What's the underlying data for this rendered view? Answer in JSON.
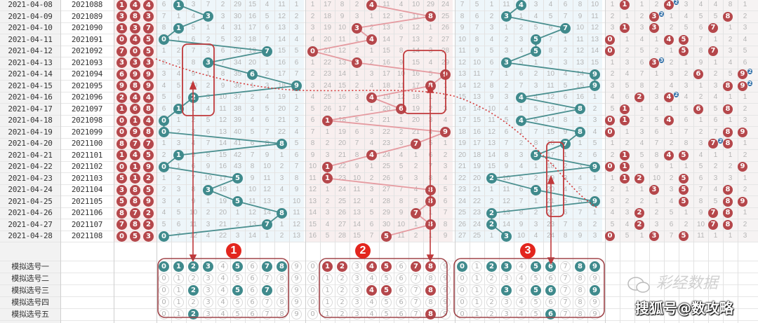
{
  "rows": [
    {
      "date": "2021-04-08",
      "period": "2021088",
      "draw": [
        1,
        4,
        4
      ]
    },
    {
      "date": "2021-04-09",
      "period": "2021089",
      "draw": [
        3,
        8,
        3
      ]
    },
    {
      "date": "2021-04-10",
      "period": "2021090",
      "draw": [
        1,
        3,
        7
      ]
    },
    {
      "date": "2021-04-11",
      "period": "2021091",
      "draw": [
        0,
        4,
        5
      ]
    },
    {
      "date": "2021-04-12",
      "period": "2021092",
      "draw": [
        7,
        0,
        5
      ]
    },
    {
      "date": "2021-04-13",
      "period": "2021093",
      "draw": [
        3,
        3,
        3
      ]
    },
    {
      "date": "2021-04-14",
      "period": "2021094",
      "draw": [
        6,
        9,
        9
      ]
    },
    {
      "date": "2021-04-15",
      "period": "2021095",
      "draw": [
        9,
        8,
        9
      ]
    },
    {
      "date": "2021-04-16",
      "period": "2021096",
      "draw": [
        2,
        4,
        4
      ]
    },
    {
      "date": "2021-04-17",
      "period": "2021097",
      "draw": [
        1,
        6,
        8
      ]
    },
    {
      "date": "2021-04-18",
      "period": "2021098",
      "draw": [
        0,
        1,
        4
      ]
    },
    {
      "date": "2021-04-19",
      "period": "2021099",
      "draw": [
        0,
        9,
        8
      ]
    },
    {
      "date": "2021-04-20",
      "period": "2021100",
      "draw": [
        8,
        7,
        7
      ]
    },
    {
      "date": "2021-04-21",
      "period": "2021101",
      "draw": [
        1,
        4,
        5
      ]
    },
    {
      "date": "2021-04-22",
      "period": "2021102",
      "draw": [
        0,
        1,
        9
      ]
    },
    {
      "date": "2021-04-23",
      "period": "2021103",
      "draw": [
        5,
        1,
        2
      ]
    },
    {
      "date": "2021-04-24",
      "period": "2021104",
      "draw": [
        3,
        8,
        5
      ]
    },
    {
      "date": "2021-04-25",
      "period": "2021105",
      "draw": [
        5,
        8,
        9
      ]
    },
    {
      "date": "2021-04-26",
      "period": "2021106",
      "draw": [
        8,
        7,
        2
      ]
    },
    {
      "date": "2021-04-27",
      "period": "2021107",
      "draw": [
        7,
        8,
        2
      ]
    },
    {
      "date": "2021-04-28",
      "period": "2021108",
      "draw": [
        0,
        5,
        3
      ]
    }
  ],
  "sections": [
    {
      "position": 0,
      "first_row_omissions": [
        6,
        null,
        3,
        7,
        2,
        29,
        15,
        4,
        11,
        1
      ],
      "hit_color": "#3f8a8c",
      "line_color": "#4a8f8f",
      "background": "#eef6fa"
    },
    {
      "position": 1,
      "first_row_omissions": [
        1,
        17,
        8,
        2,
        null,
        11,
        4,
        10,
        29,
        24
      ],
      "hit_color": "#b5474b",
      "line_color": "#e59aa0",
      "background": "#f8efef"
    },
    {
      "position": 2,
      "first_row_omissions": [
        7,
        5,
        1,
        11,
        null,
        3,
        4,
        6,
        8,
        10
      ],
      "hit_color": "#3f8a8c",
      "line_color": "#4a8f8f",
      "background": "#eef6fa"
    }
  ],
  "distribution": {
    "first_row_omissions": [
      1,
      null,
      1,
      2,
      null,
      3,
      4,
      4,
      8,
      1
    ],
    "hit_color": "#b5474b",
    "badge_color": "#2f6fa8",
    "background": "#f6f3f3"
  },
  "draw_ball_color": "#b5474b",
  "simulated": {
    "labels": [
      "模拟选号一",
      "模拟选号二",
      "模拟选号三",
      "模拟选号四",
      "模拟选号五"
    ],
    "digits": [
      "0",
      "1",
      "2",
      "3",
      "4",
      "5",
      "6",
      "7",
      "8",
      "9"
    ],
    "picks": [
      [
        [
          0,
          1,
          2,
          3,
          5,
          7,
          8
        ],
        [],
        [
          2,
          5,
          7
        ],
        [],
        [
          2
        ]
      ],
      [
        [
          1,
          2,
          4,
          5,
          7,
          8
        ],
        [],
        [
          4,
          5,
          8
        ],
        [],
        [
          8
        ]
      ],
      [
        [
          0,
          2,
          3,
          5,
          6,
          8,
          9
        ],
        [],
        [
          3,
          5,
          6,
          9
        ],
        [],
        [
          6
        ]
      ]
    ]
  },
  "annotations": {
    "markers": [
      "1",
      "2",
      "3"
    ],
    "accent": "#e3251d"
  },
  "watermark": {
    "brand": "彩经数据",
    "account": "搜狐号@数攻略"
  }
}
